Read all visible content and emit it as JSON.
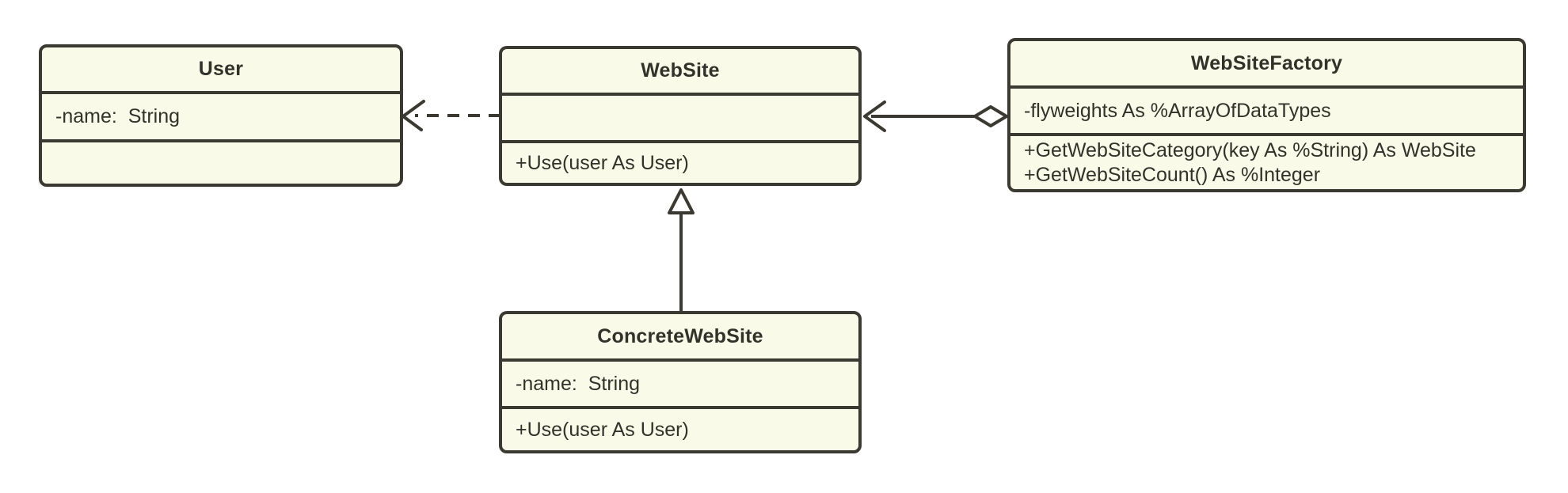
{
  "diagram": {
    "type": "uml-class-diagram",
    "background_color": "#ffffff",
    "box_fill_color": "#FAFAE8",
    "box_border_color": "#3A3A32",
    "text_color": "#32322A"
  },
  "classes": {
    "user": {
      "name": "User",
      "attributes": [
        "-name:  String"
      ],
      "methods": []
    },
    "website": {
      "name": "WebSite",
      "attributes": [],
      "methods": [
        "+Use(user As User)"
      ]
    },
    "websitefactory": {
      "name": "WebSiteFactory",
      "attributes": [
        "-flyweights As %ArrayOfDataTypes"
      ],
      "methods": [
        "+GetWebSiteCategory(key As %String) As WebSite",
        "+GetWebSiteCount() As %Integer"
      ]
    },
    "concretewebsite": {
      "name": "ConcreteWebSite",
      "attributes": [
        "-name:  String"
      ],
      "methods": [
        "+Use(user As User)"
      ]
    }
  },
  "relationships": [
    {
      "type": "dependency",
      "from": "WebSite",
      "to": "User",
      "line": "dashed",
      "head": "open-arrow"
    },
    {
      "type": "aggregation",
      "from": "WebSiteFactory",
      "to": "WebSite",
      "line": "solid",
      "head": "open-arrow",
      "tail": "hollow-diamond"
    },
    {
      "type": "generalization",
      "from": "ConcreteWebSite",
      "to": "WebSite",
      "line": "solid",
      "head": "hollow-triangle"
    }
  ]
}
